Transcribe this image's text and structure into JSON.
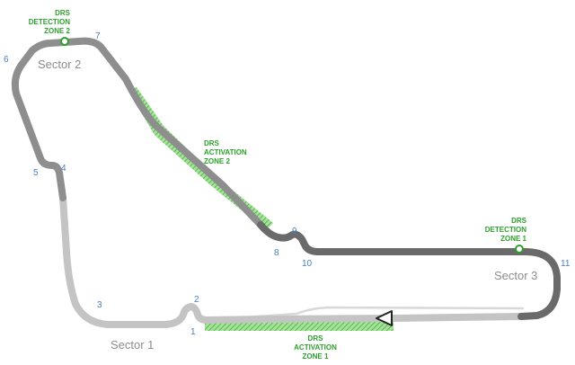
{
  "sectors": {
    "s1": "Sector 1",
    "s2": "Sector 2",
    "s3": "Sector 3"
  },
  "turns": {
    "t1": "1",
    "t2": "2",
    "t3": "3",
    "t4": "4",
    "t5": "5",
    "t6": "6",
    "t7": "7",
    "t8": "8",
    "t9": "9",
    "t10": "10",
    "t11": "11"
  },
  "drs_detection_2": [
    "DRS",
    "DETECTION",
    "ZONE 2"
  ],
  "drs_detection_1": [
    "DRS",
    "DETECTION",
    "ZONE 1"
  ],
  "drs_activation_2": [
    "DRS",
    "ACTIVATION",
    "ZONE 2"
  ],
  "drs_activation_1": [
    "DRS",
    "ACTIVATION",
    "ZONE 1"
  ],
  "colors": {
    "sector1": "#c4c4c4",
    "sector2": "#8e8e8e",
    "sector3": "#6a6a6a",
    "drs": "#2ca02c",
    "drs_fill": "#7fd06e",
    "turn_number": "#4a7ec0",
    "sector_label": "#8c8c8c"
  },
  "icons": {
    "start_finish": "start-finish-triangle-icon",
    "detection_point": "drs-detection-point-icon"
  }
}
